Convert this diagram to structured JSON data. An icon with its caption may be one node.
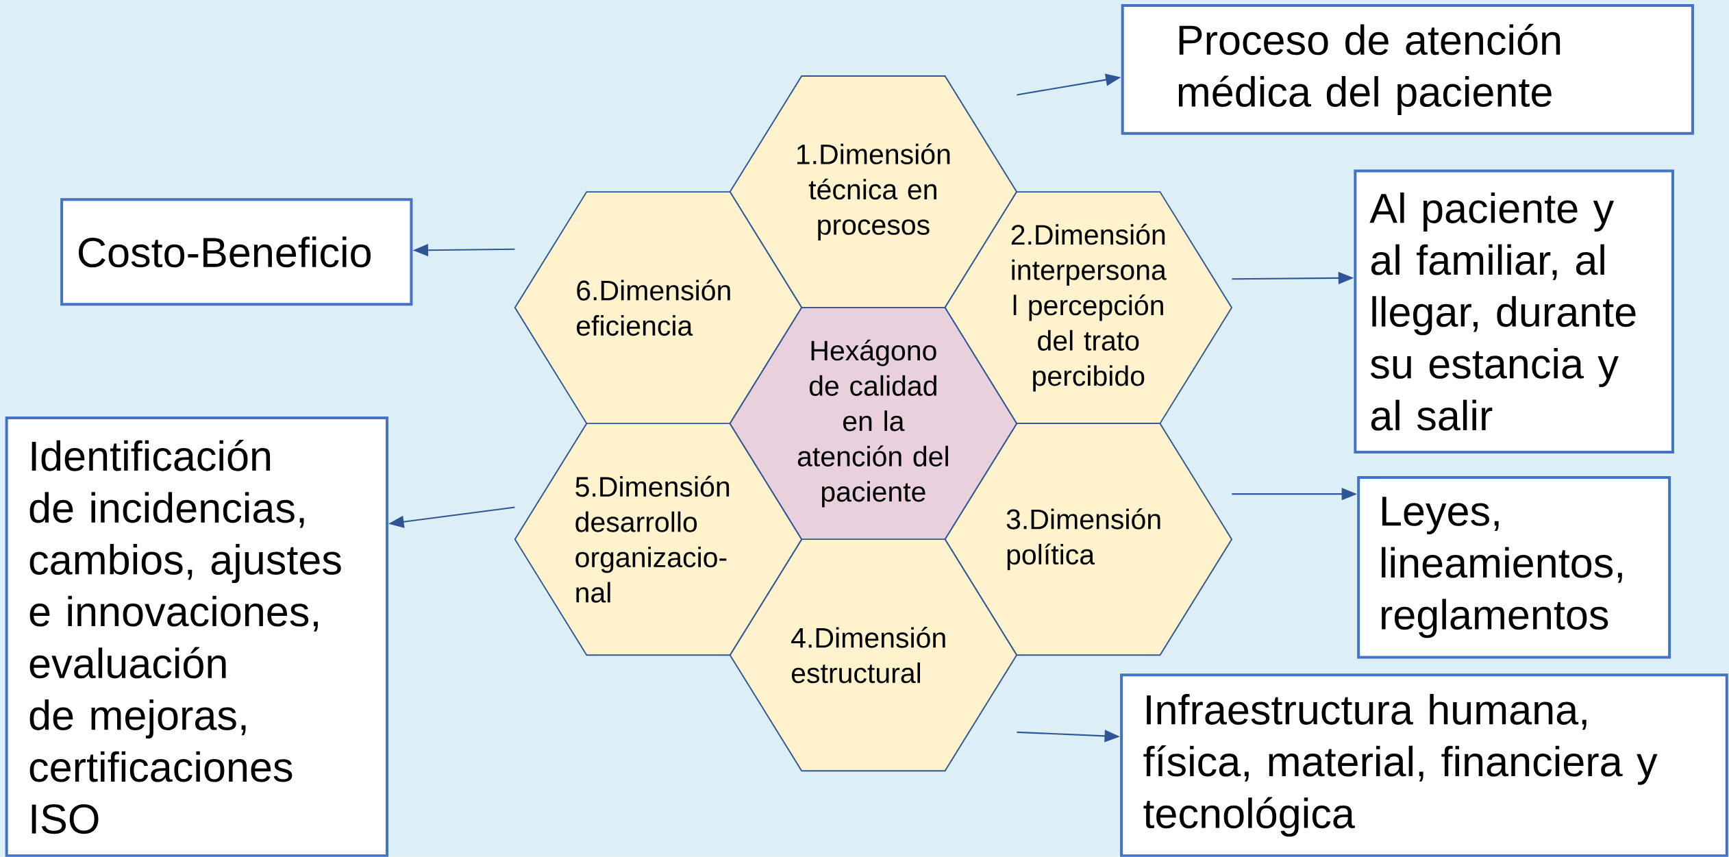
{
  "diagram": {
    "nodes": [
      {
        "text": [
          "Proceso de atención médica del paciente"
        ]
      },
      {
        "text": [
          "Costo-Beneficio"
        ]
      },
      {
        "text": [
          "Al paciente y al familiar, al llegar, durante su estancia y al salir"
        ]
      },
      {
        "text": [
          "Identificación de incidencias, cambios, ajustes e innovaciones, evaluación de mejoras, certificaciones ISO"
        ]
      },
      {
        "text": [
          "Leyes, lineamientos, reglamentos"
        ]
      },
      {
        "text": [
          "Infraestructura humana, física, material, financiera y tecnológica"
        ]
      },
      {
        "text": [
          "1.Dimensión técnica en procesos"
        ]
      },
      {
        "text": [
          "2.Dimensión interpersona l percepción del trato percibido"
        ]
      },
      {
        "text": [
          "3.Dimensión política"
        ]
      },
      {
        "text": [
          "4.Dimensión estructural"
        ]
      },
      {
        "text": [
          "5.Dimensión desarrollo organizacio- nal"
        ]
      },
      {
        "text": [
          "6.Dimensión eficiencia"
        ]
      },
      {
        "text": [
          "Hexágono de calidad en la atención del paciente"
        ]
      }
    ],
    "edges": [
      {
        "from": 6,
        "to": 0,
        "arrow": "to"
      },
      {
        "from": 11,
        "to": 1,
        "arrow": "to"
      },
      {
        "from": 7,
        "to": 2,
        "arrow": "to"
      },
      {
        "from": 8,
        "to": 4,
        "arrow": "to"
      },
      {
        "from": 9,
        "to": 5,
        "arrow": "to"
      },
      {
        "from": 10,
        "to": 3,
        "arrow": "to"
      }
    ]
  }
}
